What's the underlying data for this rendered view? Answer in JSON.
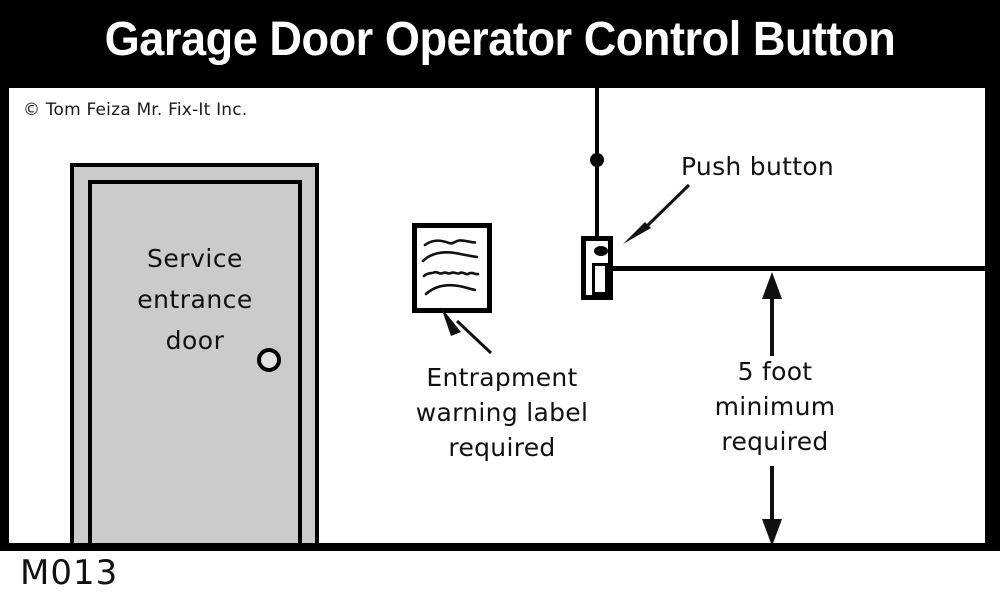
{
  "title": "Garage Door Operator Control Button",
  "copyright": "© Tom Feiza Mr. Fix-It Inc.",
  "code": "M013",
  "labels": {
    "door": "Service\nentrance\ndoor",
    "door_line1": "Service",
    "door_line2": "entrance",
    "door_line3": "door",
    "entrapment": "Entrapment\nwarning label\nrequired",
    "entrapment_line1": "Entrapment",
    "entrapment_line2": "warning label",
    "entrapment_line3": "required",
    "push_button": "Push button",
    "dimension": "5 foot\nminimum\nrequired",
    "dimension_line1": "5 foot",
    "dimension_line2": "minimum",
    "dimension_line3": "required"
  },
  "components": {
    "service_door": "service-entrance-door",
    "warning_label": "entrapment-warning-label",
    "push_button": "push-button-control",
    "wall_line": "garage-wall-line",
    "dimension_arrow": "five-foot-dimension-arrow",
    "push_button_arrow": "push-button-pointer-arrow",
    "entrapment_arrow": "entrapment-label-pointer-arrow",
    "doorknob": "doorknob",
    "wire": "button-wire"
  },
  "colors": {
    "banner_background": "#000000",
    "banner_text": "#ffffff",
    "panel_background": "#ffffff",
    "line": "#000000",
    "door_fill": "#cbcbcb",
    "text": "#111111"
  },
  "measurements": {
    "minimum_height_feet": 5
  }
}
